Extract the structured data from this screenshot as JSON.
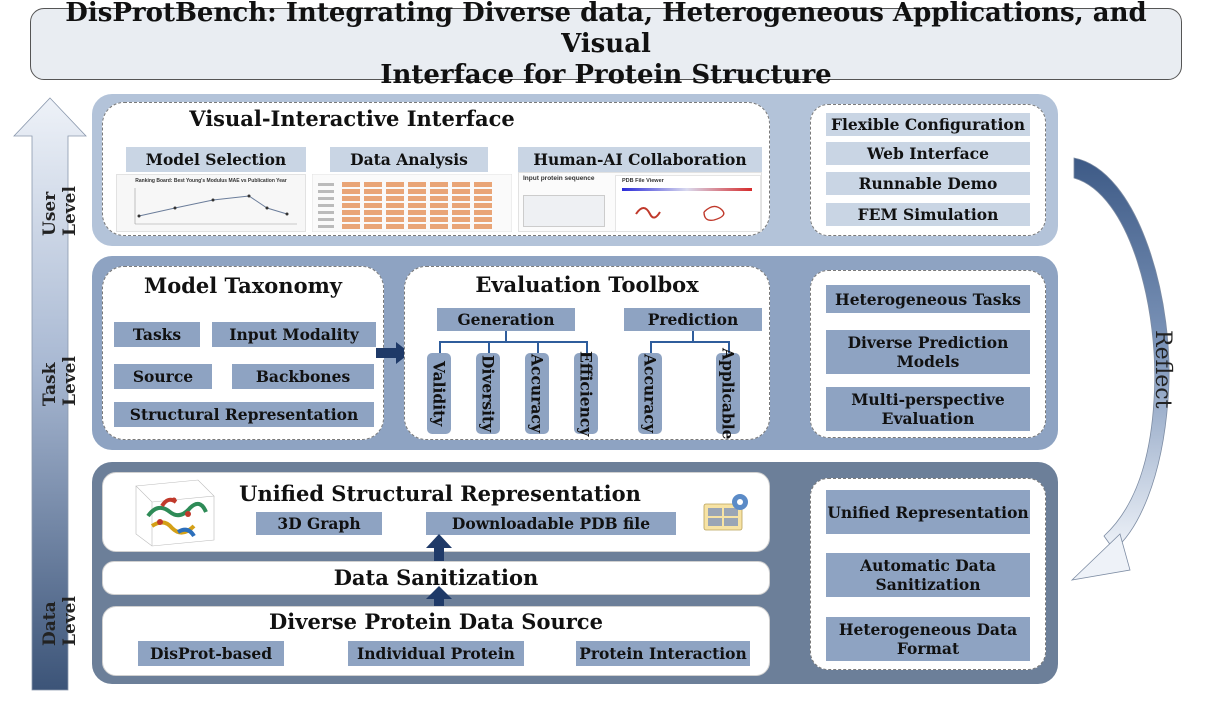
{
  "title": {
    "line1": "DisProtBench: Integrating Diverse data, Heterogeneous Applications, and Visual",
    "line2": "Interface for Protein Structure"
  },
  "levels": {
    "user": "User Level",
    "task": "Task Level",
    "data": "Data Level"
  },
  "reflect_label": "Reflect",
  "user_level": {
    "heading": "Visual-Interactive Interface",
    "chips": [
      "Model Selection",
      "Data Analysis",
      "Human-AI Collaboration"
    ],
    "side_items": [
      "Flexible Configuration",
      "Web Interface",
      "Runnable Demo",
      "FEM Simulation"
    ],
    "thumb1_title": "Ranking Board: Best Young's Modulus MAE vs Publication Year",
    "thumb3_left": "Input protein sequence",
    "thumb3_right": "PDB File Viewer"
  },
  "task_level": {
    "taxonomy_heading": "Model Taxonomy",
    "taxonomy_chips": [
      "Tasks",
      "Input Modality",
      "Source",
      "Backbones",
      "Structural Representation"
    ],
    "toolbox_heading": "Evaluation Toolbox",
    "generation_label": "Generation",
    "generation_items": [
      "Validity",
      "Diversity",
      "Accuracy",
      "Efficiency"
    ],
    "prediction_label": "Prediction",
    "prediction_items": [
      "Accuracy",
      "Applicable"
    ],
    "side_items": [
      "Heterogeneous Tasks",
      "Diverse Prediction Models",
      "Multi-perspective Evaluation"
    ]
  },
  "data_level": {
    "unified_heading": "Unified Structural Representation",
    "unified_chips": [
      "3D Graph",
      "Downloadable PDB file"
    ],
    "sanitization_heading": "Data Sanitization",
    "source_heading": "Diverse Protein Data Source",
    "source_chips": [
      "DisProt-based",
      "Individual Protein",
      "Protein Interaction"
    ],
    "side_items": [
      "Unified Representation",
      "Automatic Data Sanitization",
      "Heterogeneous Data Format"
    ]
  },
  "colors": {
    "user_band": "#b3c3d9",
    "task_band": "#8ea3c2",
    "data_band": "#6c7f99",
    "chip": "#c9d5e4",
    "arrow": "#1f3a68"
  }
}
